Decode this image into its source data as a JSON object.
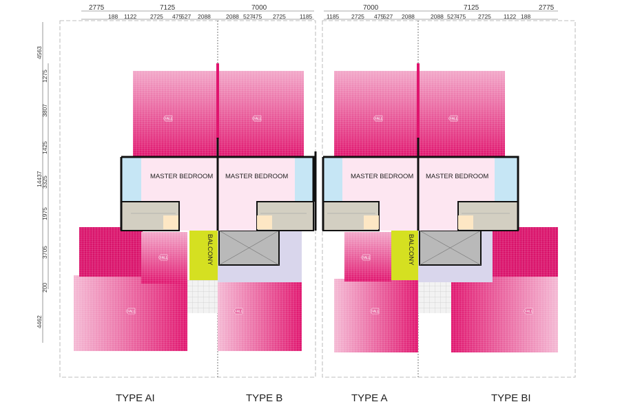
{
  "plan": {
    "room_labels": {
      "master_bedroom": "MASTER BEDROOM",
      "balcony": "BALCONY",
      "fall": "FALL"
    },
    "units": [
      {
        "label": "TYPE AI"
      },
      {
        "label": "TYPE B"
      },
      {
        "label": "TYPE A"
      },
      {
        "label": "TYPE BI"
      }
    ],
    "top_dims_major": [
      "2775",
      "7125",
      "7000",
      "7000",
      "7125",
      "2775"
    ],
    "top_dims_minor_left": [
      "188",
      "1122",
      "2725",
      "475",
      "527",
      "2088",
      "2088",
      "527",
      "475",
      "2725",
      "1185"
    ],
    "top_dims_minor_right": [
      "1185",
      "2725",
      "475",
      "527",
      "2088",
      "2088",
      "527",
      "475",
      "2725",
      "1122",
      "188"
    ],
    "side_dims_outer": [
      "4563",
      "14437",
      "4462"
    ],
    "side_dims_inner": [
      "1275",
      "3807",
      "1425",
      "3325",
      "1975",
      "3705",
      "200"
    ],
    "colors": {
      "roof": "#e0146e",
      "bedroom": "#fde6f1",
      "bath": "#c6e6f5",
      "stair": "#d3cfc2",
      "balcony": "#d5e021",
      "void": "#b9b9b9",
      "terrace": "#d9d6ec"
    }
  }
}
